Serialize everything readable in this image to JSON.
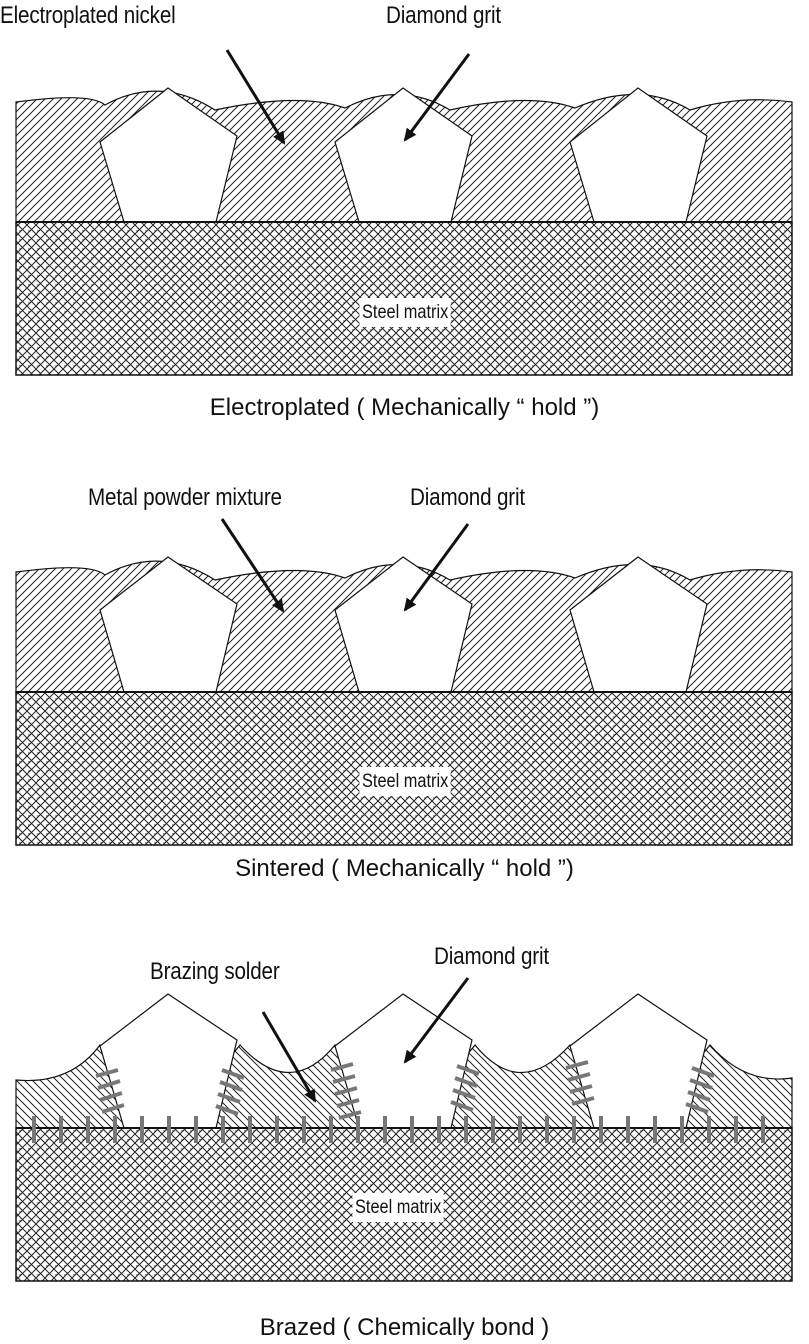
{
  "panels": [
    {
      "id": "electroplated",
      "top_label": "Electroplated nickel",
      "grit_label": "Diamond grit",
      "matrix_label": "Steel matrix",
      "caption": "Electroplated ( Mechanically “ hold ”)"
    },
    {
      "id": "sintered",
      "top_label": "Metal powder mixture",
      "grit_label": "Diamond grit",
      "matrix_label": "Steel matrix",
      "caption": "Sintered ( Mechanically “ hold ”)"
    },
    {
      "id": "brazed",
      "top_label": "Brazing solder",
      "grit_label": "Diamond grit",
      "matrix_label": "Steel matrix",
      "caption": "Brazed ( Chemically bond )"
    }
  ],
  "colors": {
    "ink": "#111111",
    "solder_marks": "#777777",
    "background": "#ffffff"
  }
}
